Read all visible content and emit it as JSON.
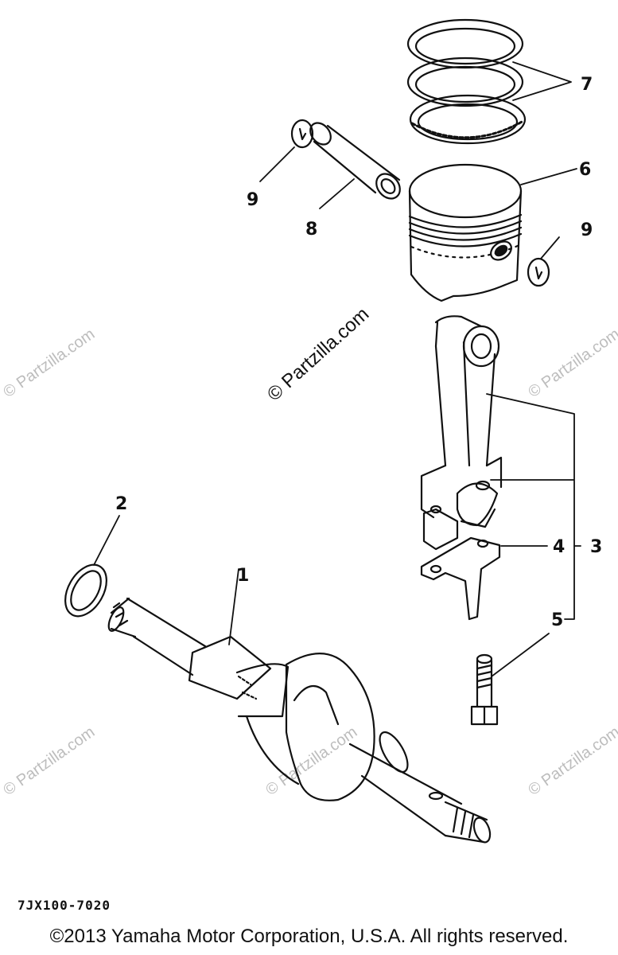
{
  "diagram": {
    "diagram_code": "7JX100-7020",
    "copyright": "©2013 Yamaha Motor Corporation, U.S.A. All rights reserved.",
    "watermark_center": "© Partzilla.com",
    "watermark_faint": "© Partzilla.com",
    "callouts": {
      "c1": "1",
      "c2": "2",
      "c3": "3",
      "c4": "4",
      "c5": "5",
      "c6": "6",
      "c7": "7",
      "c8": "8",
      "c9a": "9",
      "c9b": "9"
    }
  }
}
